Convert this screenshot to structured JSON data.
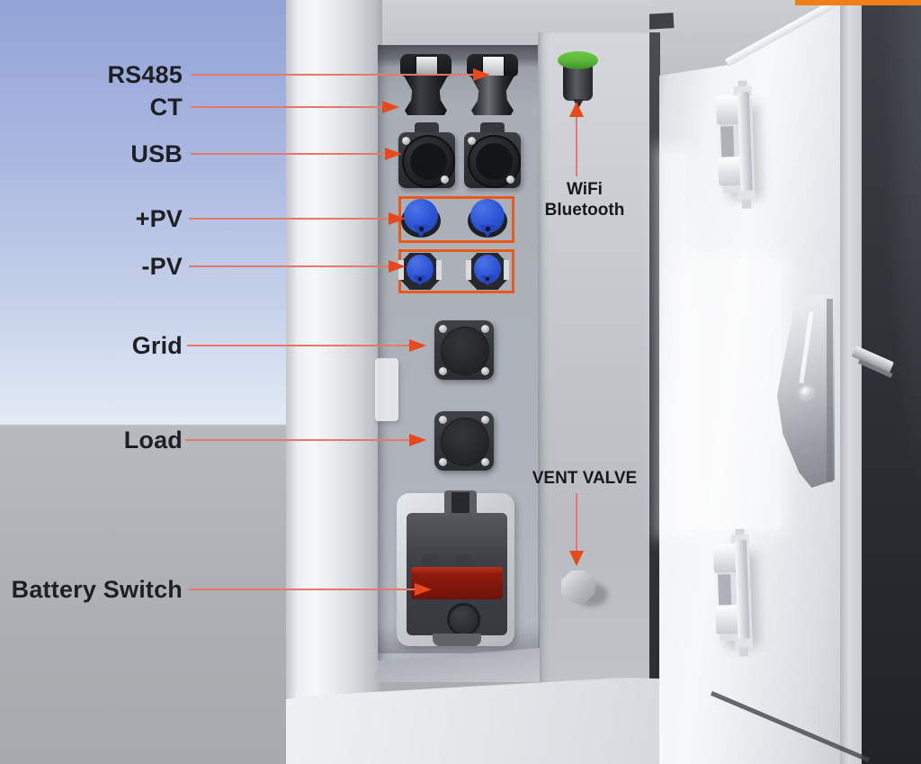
{
  "callouts": [
    {
      "label": "RS485"
    },
    {
      "label": "CT"
    },
    {
      "label": "USB"
    },
    {
      "label": "+PV"
    },
    {
      "label": "-PV"
    },
    {
      "label": "Grid"
    },
    {
      "label": "Load"
    },
    {
      "label": "Battery Switch"
    }
  ],
  "wifi": {
    "line1": "WiFi",
    "line2": "Bluetooth"
  },
  "vent": {
    "label": "VENT VALVE"
  },
  "colors": {
    "arrow_red": "#e8481d",
    "line_red": "#e4796a",
    "box_orange": "#e95a1a",
    "pv_blue": "#2b53d4",
    "antenna_green": "#5cb83a",
    "strip_orange": "#ef7f17"
  }
}
